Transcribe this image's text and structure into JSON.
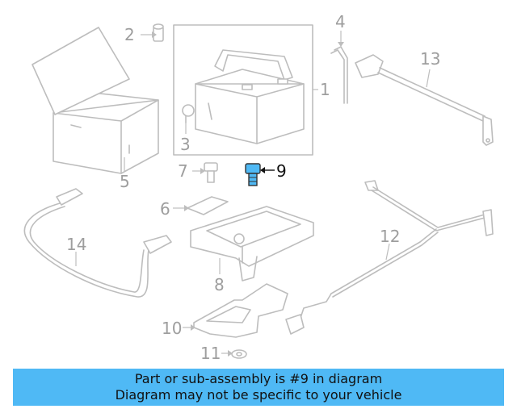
{
  "diagram": {
    "callouts": {
      "c1": "1",
      "c2": "2",
      "c3": "3",
      "c4": "4",
      "c5": "5",
      "c6": "6",
      "c7": "7",
      "c8": "8",
      "c9": "9",
      "c10": "10",
      "c11": "11",
      "c12": "12",
      "c13": "13",
      "c14": "14"
    },
    "highlight_part": "9",
    "highlight_color": "#4fb9f5",
    "line_color": "#bdbdbd"
  },
  "banner": {
    "line1": "Part or sub-assembly is #9 in diagram",
    "line2": "Diagram may not be specific to your vehicle",
    "color": "#4fb9f5"
  }
}
